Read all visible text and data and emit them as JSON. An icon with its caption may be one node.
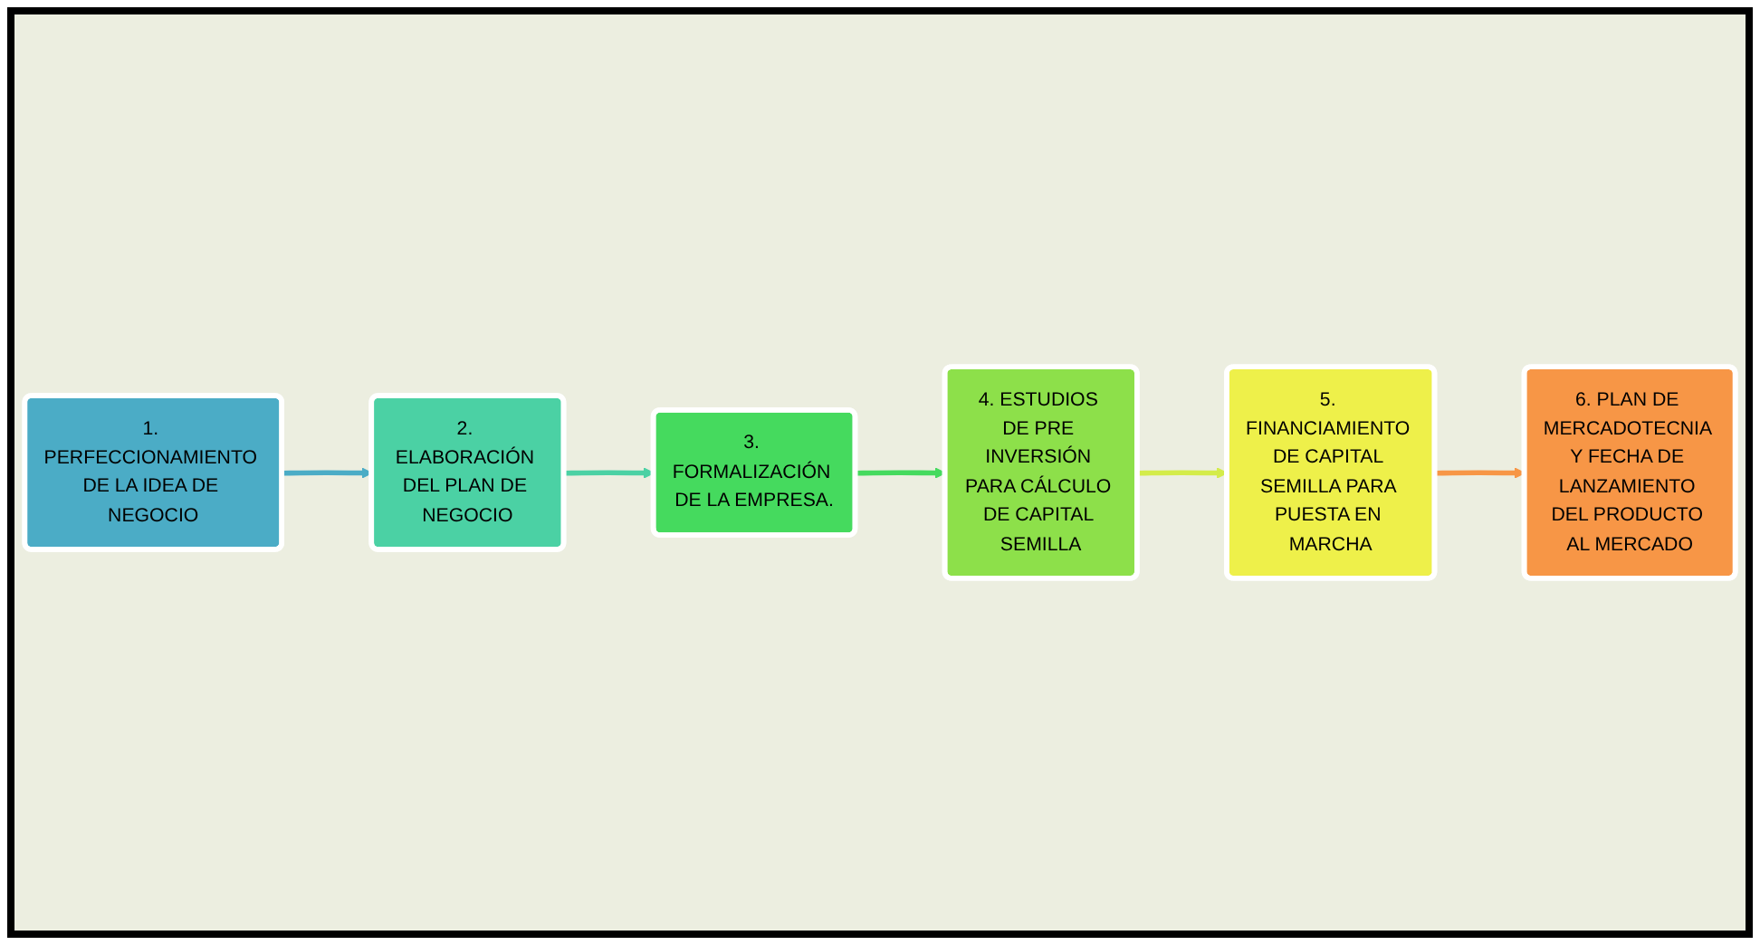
{
  "diagram": {
    "nodes": [
      {
        "text": [
          "1. PERFECCIONAMIENTO DE LA IDEA DE NEGOCIO"
        ]
      },
      {
        "text": [
          "2. ELABORACIÓN DEL PLAN DE NEGOCIO"
        ]
      },
      {
        "text": [
          "3. FORMALIZACIÓN DE LA EMPRESA."
        ]
      },
      {
        "text": [
          "4. ESTUDIOS DE PRE INVERSIÓN PARA CÁLCULO DE CAPITAL SEMILLA"
        ]
      },
      {
        "text": [
          "5. FINANCIAMIENTO DE CAPITAL SEMILLA PARA PUESTA EN MARCHA"
        ]
      },
      {
        "text": [
          "6. PLAN DE MERCADOTECNIA Y FECHA DE LANZAMIENTO DEL PRODUCTO AL MERCADO"
        ]
      }
    ],
    "edges": [
      {
        "from": 0,
        "to": 1,
        "arrow": "to",
        "color": "#4bacc6"
      },
      {
        "from": 1,
        "to": 2,
        "arrow": "to",
        "color": "#4bd1a4"
      },
      {
        "from": 2,
        "to": 3,
        "arrow": "to",
        "color": "#45da5e"
      },
      {
        "from": 3,
        "to": 4,
        "arrow": "to",
        "color": "#d4ec4a"
      },
      {
        "from": 4,
        "to": 5,
        "arrow": "to",
        "color": "#f79646"
      }
    ]
  }
}
